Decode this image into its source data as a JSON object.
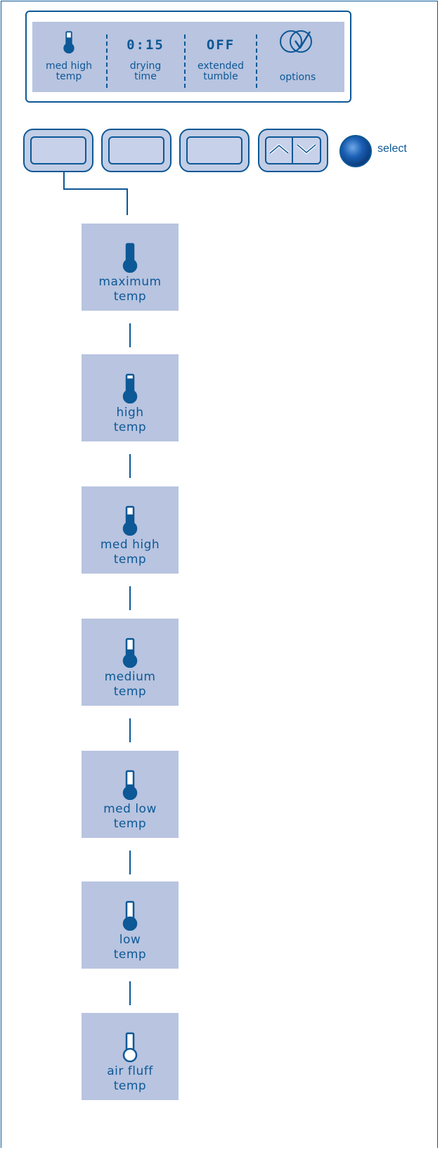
{
  "display": {
    "temp": {
      "label": "med high\ntemp",
      "icon": "thermometer-med-high-icon",
      "level": 0.6
    },
    "drying": {
      "value": "0:15",
      "label": "drying\ntime"
    },
    "tumble": {
      "value": "OFF",
      "label": "extended\ntumble"
    },
    "options": {
      "label": "options",
      "icon": "check-circle-icon"
    }
  },
  "controls": {
    "buttons": [
      "temp-button",
      "time-button",
      "tumble-button"
    ],
    "arrows": {
      "up": "chevron-up-icon",
      "down": "chevron-down-icon"
    },
    "select_label": "select"
  },
  "temp_levels": [
    {
      "label": "maximum\ntemp",
      "fill": 1.0
    },
    {
      "label": "high\ntemp",
      "fill": 0.8
    },
    {
      "label": "med high\ntemp",
      "fill": 0.6
    },
    {
      "label": "medium\ntemp",
      "fill": 0.45
    },
    {
      "label": "med low\ntemp",
      "fill": 0.3
    },
    {
      "label": "low\ntemp",
      "fill": 0.15
    },
    {
      "label": "air fluff\ntemp",
      "fill": 0.0
    }
  ],
  "colors": {
    "ink": "#0d5896",
    "panel": "#b8c4e0",
    "button": "#c2cde6"
  }
}
